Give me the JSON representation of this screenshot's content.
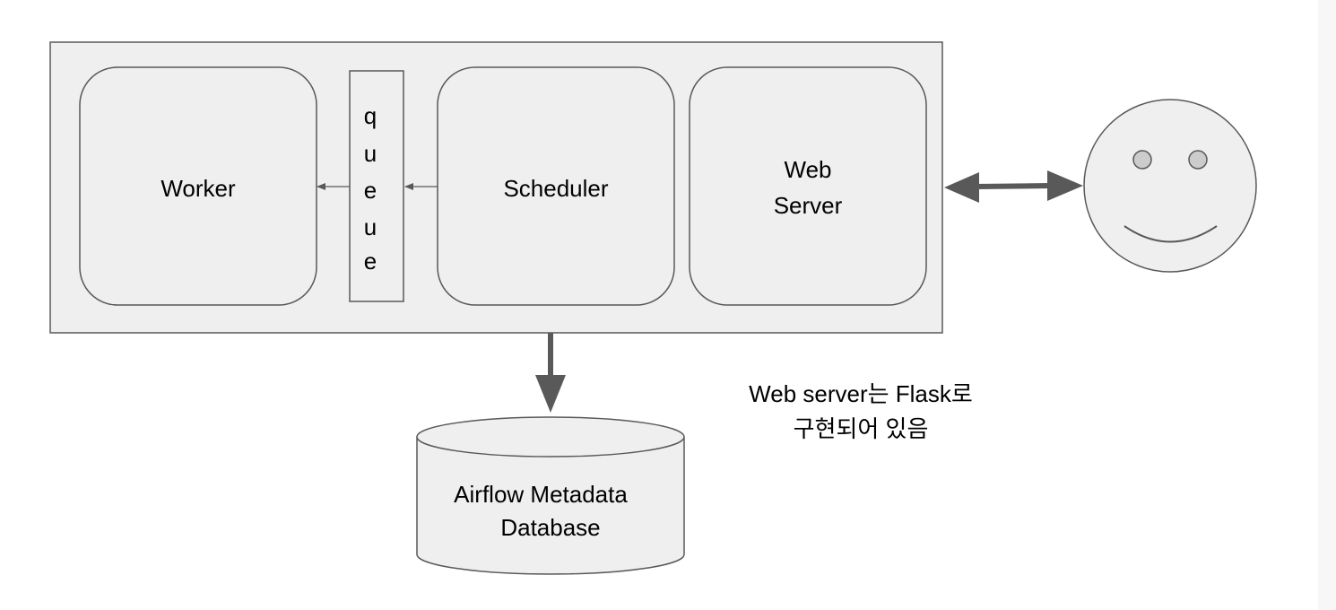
{
  "diagram": {
    "nodes": {
      "worker": {
        "label": "Worker"
      },
      "queue": {
        "label": "queue",
        "letters": [
          "q",
          "u",
          "e",
          "u",
          "e"
        ]
      },
      "scheduler": {
        "label": "Scheduler"
      },
      "web_server": {
        "label_line1": "Web",
        "label_line2": "Server"
      },
      "database": {
        "label_line1": "Airflow Metadata",
        "label_line2": "Database"
      }
    },
    "note": {
      "line1": "Web server는 Flask로",
      "line2": "구현되어 있음"
    },
    "colors": {
      "fill": "#efefef",
      "stroke": "#595959",
      "arrow": "#595959",
      "face_eye": "#cccccc"
    }
  }
}
